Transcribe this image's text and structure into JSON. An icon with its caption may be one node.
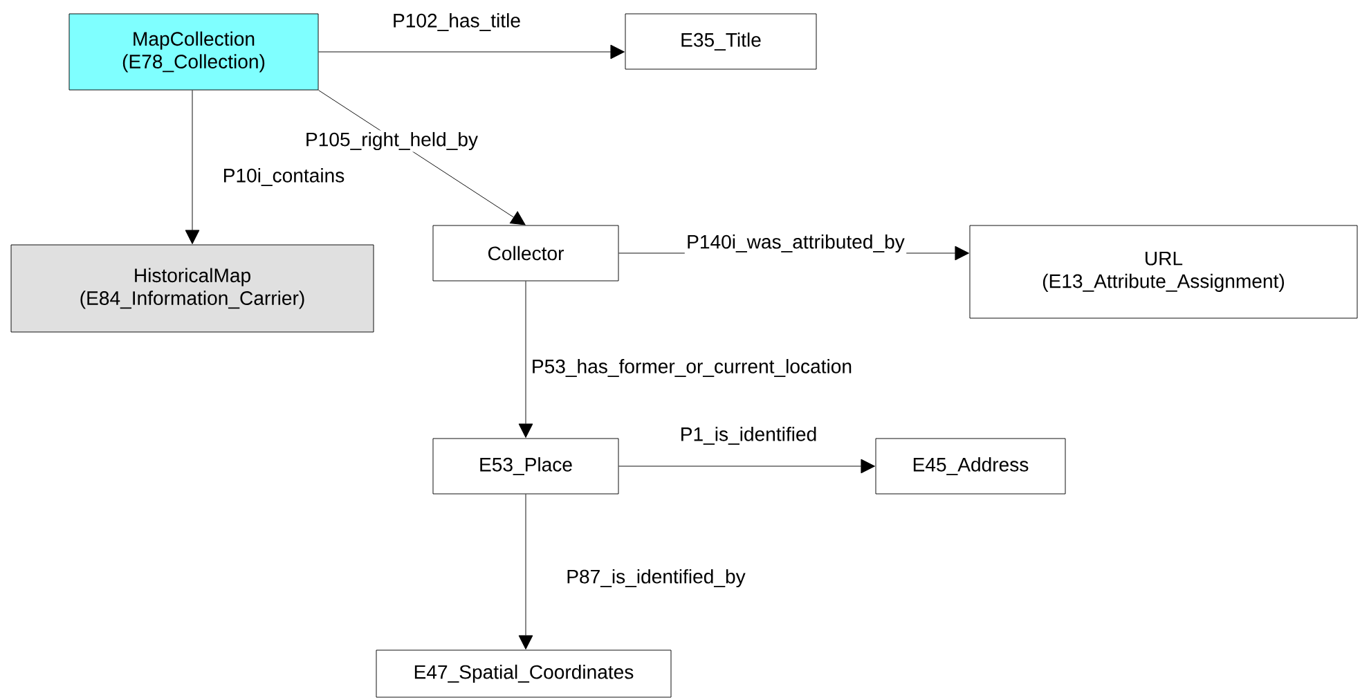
{
  "diagram": {
    "nodes": [
      {
        "text": [
          "MapCollection",
          "(E78_Collection)"
        ]
      },
      {
        "text": [
          "E35_Title"
        ]
      },
      {
        "text": [
          "HistoricalMap",
          "(E84_Information_Carrier)"
        ]
      },
      {
        "text": [
          "Collector"
        ]
      },
      {
        "text": [
          "URL",
          "(E13_Attribute_Assignment)"
        ]
      },
      {
        "text": [
          "E53_Place"
        ]
      },
      {
        "text": [
          "E45_Address"
        ]
      },
      {
        "text": [
          "E47_Spatial_Coordinates"
        ]
      }
    ],
    "edges": [
      {
        "from": 0,
        "to": 1,
        "arrow": "to",
        "label": "P102_has_title"
      },
      {
        "from": 0,
        "to": 2,
        "arrow": "to",
        "label": "P10i_contains"
      },
      {
        "from": 0,
        "to": 3,
        "arrow": "to",
        "label": "P105_right_held_by"
      },
      {
        "from": 3,
        "to": 4,
        "arrow": "to",
        "label": "P140i_was_attributed_by"
      },
      {
        "from": 3,
        "to": 5,
        "arrow": "to",
        "label": "P53_has_former_or_current_location"
      },
      {
        "from": 5,
        "to": 6,
        "arrow": "to",
        "label": "P1_is_identified"
      },
      {
        "from": 5,
        "to": 7,
        "arrow": "to",
        "label": "P87_is_identified_by"
      }
    ]
  }
}
